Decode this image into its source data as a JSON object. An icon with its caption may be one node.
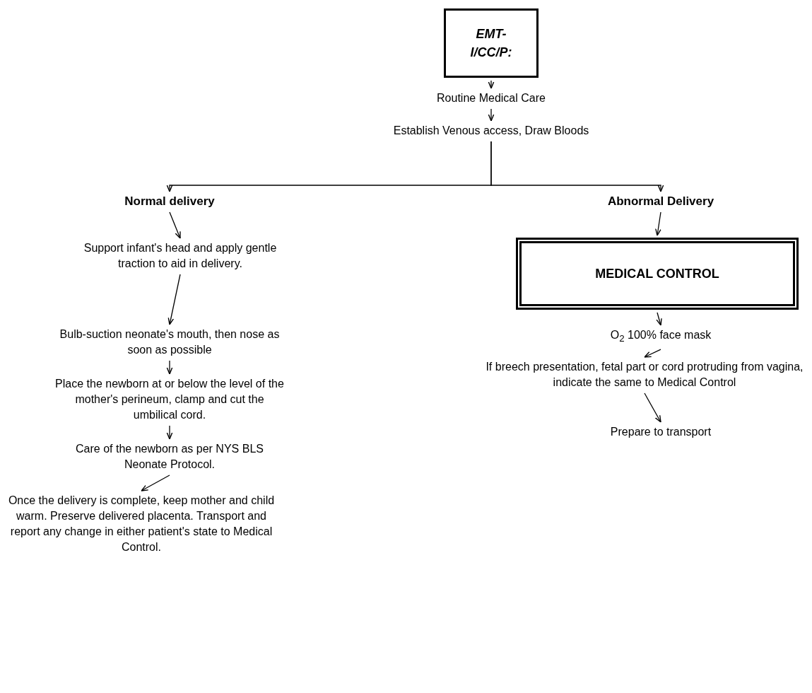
{
  "diagram": {
    "nodes": [
      {
        "text": [
          "EMT-I/CC/P:"
        ]
      },
      {
        "text": [
          "Routine Medical Care"
        ]
      },
      {
        "text": [
          "Establish Venous access, Draw Bloods"
        ]
      },
      {
        "text": [
          "Normal delivery"
        ]
      },
      {
        "text": [
          "Abnormal Delivery"
        ]
      },
      {
        "text": [
          "Support infant's head and apply gentle traction to aid in delivery."
        ]
      },
      {
        "text": [
          "MEDICAL CONTROL"
        ]
      },
      {
        "text": [
          "Bulb-suction neonate's mouth, then nose as soon as possible"
        ]
      },
      {
        "text": [
          "O$_{2}$ 100% face mask"
        ]
      },
      {
        "text": [
          "Place the newborn at or below the level of the mother's perineum, clamp and cut the umbilical cord."
        ]
      },
      {
        "text": [
          "If breech presentation, fetal part or cord protruding from vagina, indicate the same to Medical Control"
        ]
      },
      {
        "text": [
          "Care of the newborn as per NYS BLS Neonate Protocol."
        ]
      },
      {
        "text": [
          "Prepare to transport"
        ]
      },
      {
        "text": [
          "Once the delivery is complete, keep mother and child warm. Preserve delivered placenta. Transport and report any change in either patient's state to Medical Control."
        ]
      }
    ],
    "edges": [
      {
        "from": 0,
        "to": 1,
        "arrow": "to"
      },
      {
        "from": 1,
        "to": 2,
        "arrow": "to"
      },
      {
        "from": 2,
        "to": 3,
        "arrow": "to"
      },
      {
        "from": 2,
        "to": 4,
        "arrow": "to"
      },
      {
        "from": 3,
        "to": 5,
        "arrow": "to"
      },
      {
        "from": 4,
        "to": 6,
        "arrow": "to"
      },
      {
        "from": 5,
        "to": 7,
        "arrow": "to"
      },
      {
        "from": 6,
        "to": 8,
        "arrow": "to"
      },
      {
        "from": 7,
        "to": 9,
        "arrow": "to"
      },
      {
        "from": 8,
        "to": 10,
        "arrow": "to"
      },
      {
        "from": 9,
        "to": 11,
        "arrow": "to"
      },
      {
        "from": 10,
        "to": 12,
        "arrow": "to"
      },
      {
        "from": 11,
        "to": 13,
        "arrow": "to"
      }
    ]
  }
}
